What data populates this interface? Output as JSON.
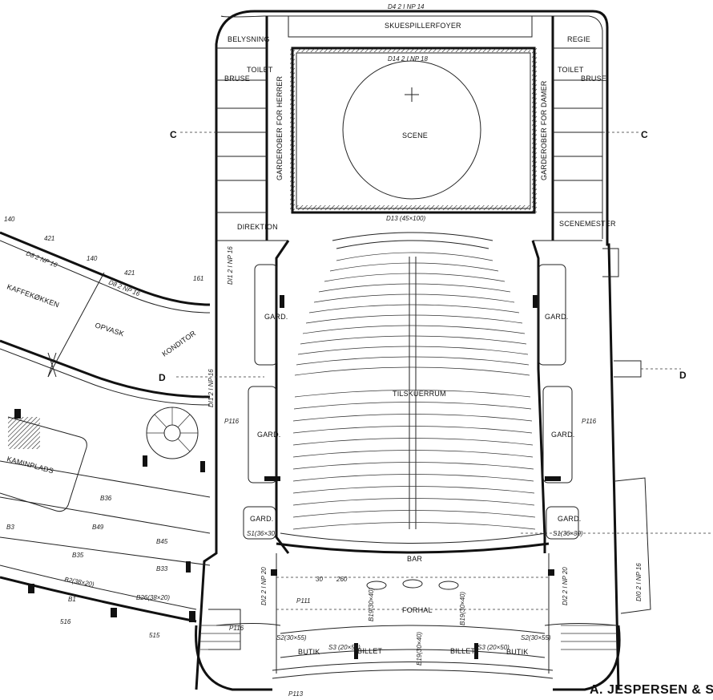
{
  "drawing": {
    "signature": "A. JESPERSEN & SØN",
    "section_c_left": "C",
    "section_c_right": "C",
    "section_d_left": "D",
    "section_d_right": "D",
    "rooms": {
      "belysning": "BELYSNING",
      "regie": "REGIE",
      "skuespillerfoyer": "SKUESPILLERFOYER",
      "toilet_left": "TOILET",
      "toilet_right": "TOILET",
      "brusebad_left": "BRUSE",
      "brusebad_right": "BRUSE",
      "scene": "SCENE",
      "garderober_herrer": "GARDEROBER FOR HERRER",
      "garderober_damer": "GARDEROBER FOR DAMER",
      "direktion": "DIREKTION",
      "scenemester": "SCENEMESTER",
      "kaffekokken": "KAFFEKØKKEN",
      "opvask": "OPVASK",
      "konditor": "KONDITOR",
      "kaminplads": "KAMINPLADS",
      "gard_1": "GARD.",
      "gard_2": "GARD.",
      "gard_3": "GARD.",
      "gard_4": "GARD.",
      "gard_5": "GARD.",
      "gard_6": "GARD.",
      "tilskuerrum": "TILSKUERRUM",
      "bar": "BAR",
      "forhal": "FORHAL",
      "billet_1": "BILLET",
      "billet_2": "BILLET",
      "butik_1": "BUTIK",
      "butik_2": "BUTIK"
    },
    "dims": {
      "d4_top": "D4 2 I NP 14",
      "d14": "D14 2 I NP 18",
      "d13": "D13 (45×100)",
      "d8_1": "D8 2 NP 16",
      "d8_2": "D8 2 NP 16",
      "d11_l": "DI1 2 I NP 16",
      "d11_r": "DI1 2 I NP 16",
      "p116_l": "P116",
      "p116_r": "P116",
      "p116_mid": "P116",
      "s1_l": "S1(36×30)",
      "s1_r": "S1(36×30)",
      "d12_l": "DI2 2 I NP 20",
      "d12_r": "DI2 2 I NP 20",
      "d10": "DI0 2 I NP 16",
      "b26": "B26(38×20)",
      "b2": "B2(38×20)",
      "b19_1": "B19(30×40)",
      "b19_2": "B19(30×40)",
      "b19_3": "B19(30×40)",
      "s2_l": "S2(30×55)",
      "s2_r": "S2(30×55)",
      "s3_l": "S3 (20×50)",
      "s3_r": "S3 (20×50)",
      "b1": "B1",
      "b3": "B3",
      "b33": "B33",
      "b35": "B35",
      "b36": "B36",
      "b45": "B45",
      "b49": "B49",
      "p111": "P111",
      "p113": "P113",
      "n140a": "140",
      "n140b": "140",
      "n421a": "421",
      "n421b": "421",
      "n516": "516",
      "n515": "515",
      "n30": "30",
      "n260": "260",
      "n161": "161"
    }
  }
}
